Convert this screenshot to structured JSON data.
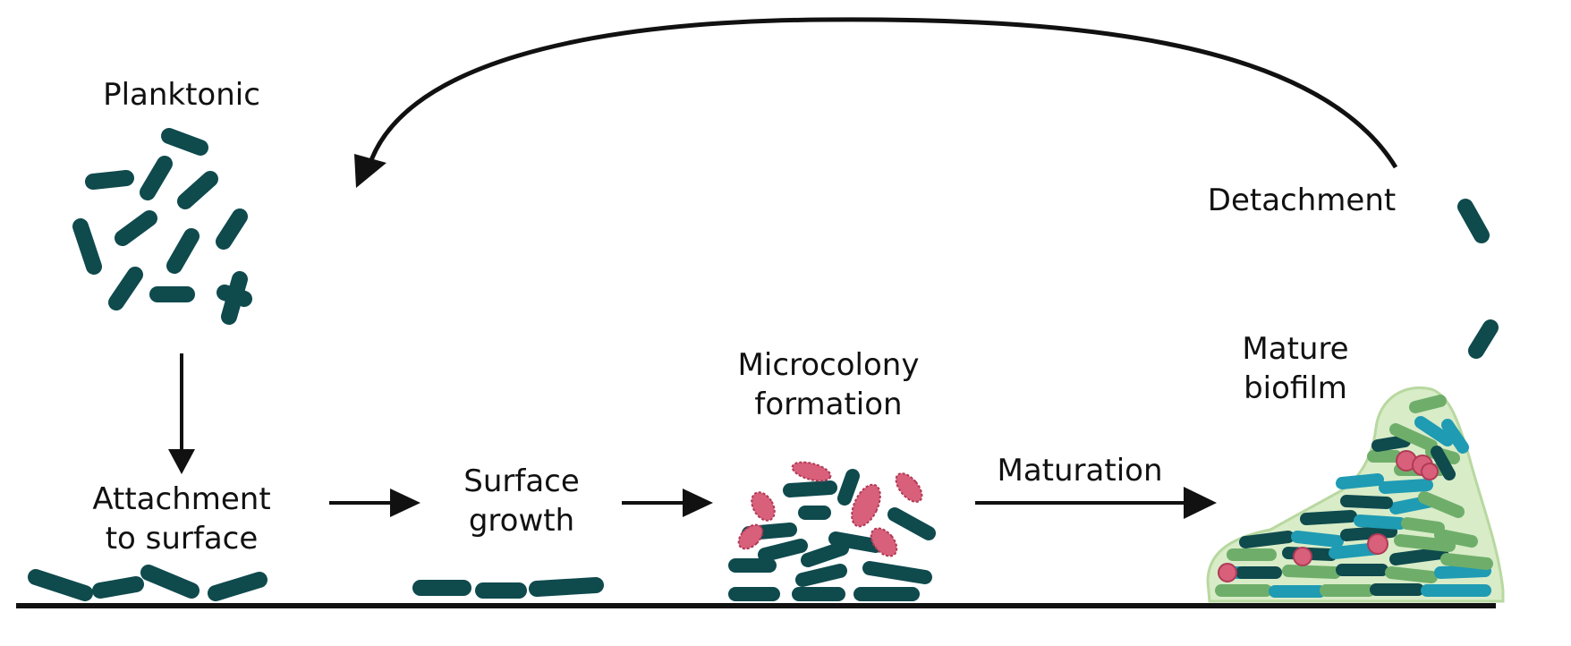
{
  "colors": {
    "bacterium_dark": "#0f4a4d",
    "bacterium_pink": "#d9607a",
    "biofilm_teal": "#1f9bb3",
    "biofilm_green": "#6fae6a",
    "biofilm_matrix": "#d8ecc8",
    "line": "#111111"
  },
  "labels": {
    "planktonic": "Planktonic",
    "attachment_1": "Attachment",
    "attachment_2": "to surface",
    "surface_growth_1": "Surface",
    "surface_growth_2": "growth",
    "microcolony_1": "Microcolony",
    "microcolony_2": "formation",
    "maturation": "Maturation",
    "mature_biofilm_1": "Mature",
    "mature_biofilm_2": "biofilm",
    "detachment": "Detachment"
  }
}
